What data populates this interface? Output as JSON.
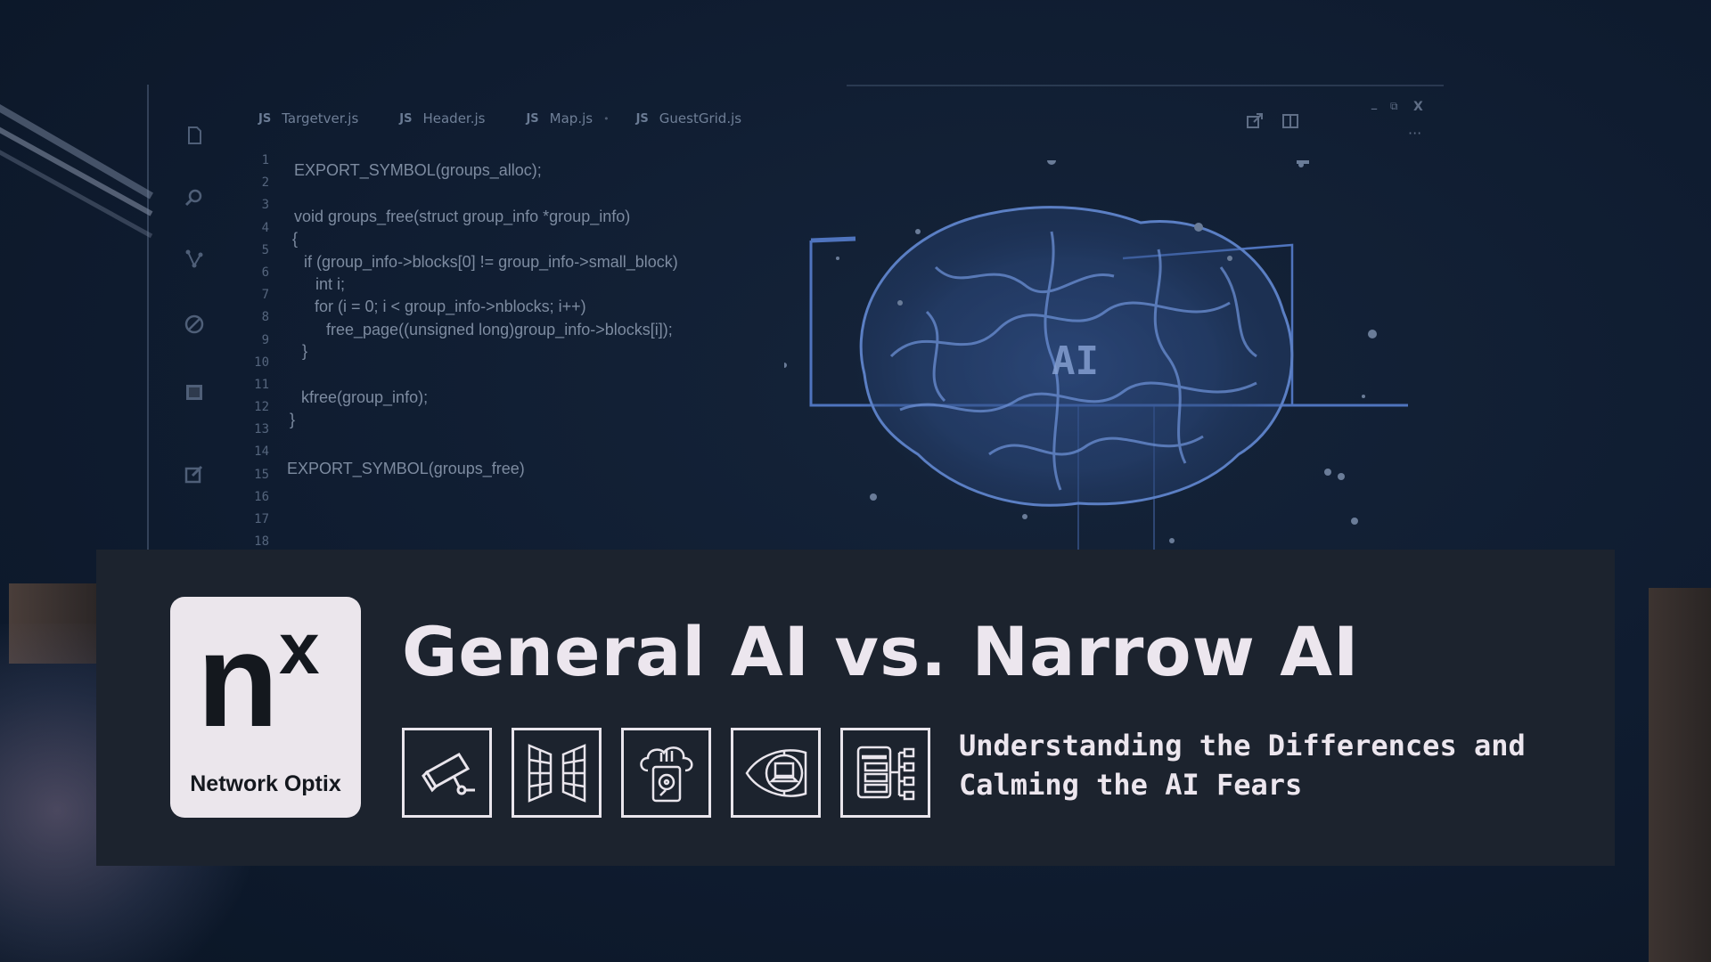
{
  "editor": {
    "tabs": [
      {
        "badge": "JS",
        "label": "Targetver.js"
      },
      {
        "badge": "JS",
        "label": "Header.js"
      },
      {
        "badge": "JS",
        "label": "Map.js"
      },
      {
        "badge": "JS",
        "label": "GuestGrid.js"
      }
    ],
    "window_controls": {
      "minimize": "–",
      "restore": "⧉",
      "close": "X",
      "more": "···"
    },
    "line_numbers": [
      "1",
      "2",
      "3",
      "4",
      "5",
      "6",
      "7",
      "8",
      "9",
      "10",
      "11",
      "12",
      "13",
      "14",
      "15",
      "16",
      "17",
      "18"
    ],
    "code_lines": [
      "EXPORT_SYMBOL(groups_alloc);",
      "void groups_free(struct group_info *group_info)",
      "{",
      "if (group_info->blocks[0] != group_info->small_block)",
      "int i;",
      "for (i = 0; i < group_info->nblocks; i++)",
      "free_page((unsigned long)group_info->blocks[i]);",
      "}",
      "kfree(group_info);",
      "}",
      "EXPORT_SYMBOL(groups_free)"
    ],
    "brain_label": "AI"
  },
  "banner": {
    "logo_mark": "n",
    "logo_sup": "x",
    "logo_name": "Network Optix",
    "title": "General AI vs. Narrow AI",
    "subtitle_line1": "Understanding the Differences and",
    "subtitle_line2": "Calming the AI Fears",
    "icons": [
      "security-camera-icon",
      "building-perspective-icon",
      "cloud-storage-drive-icon",
      "eye-monitor-icon",
      "server-network-icon"
    ]
  },
  "colors": {
    "background": "#0f1b2e",
    "banner": "#1c232e",
    "banner_text": "#ece6ee",
    "brain": "#5b7fc4"
  }
}
